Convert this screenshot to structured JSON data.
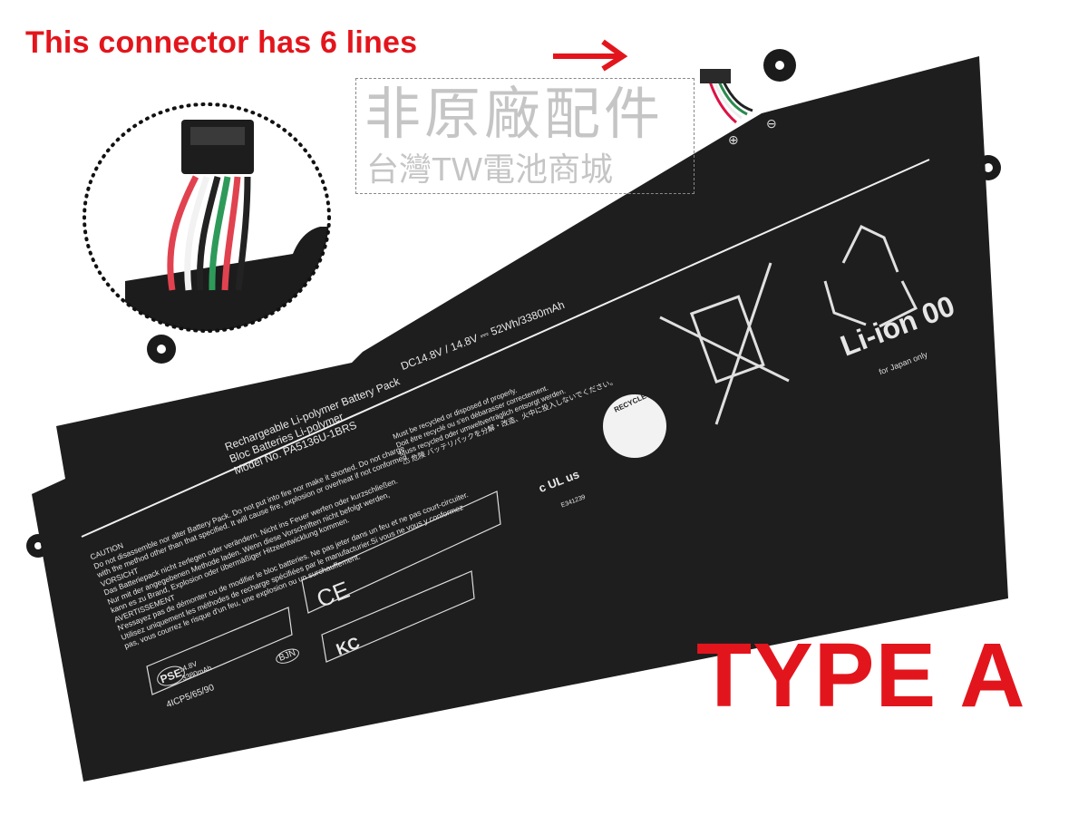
{
  "annotation": {
    "headline": "This connector has 6 lines",
    "type_label": "TYPE A"
  },
  "battery": {
    "rating": "DC14.8V / 14.8V ⎓ 52Wh/3380mAh",
    "product_lines": [
      "Rechargeable Li-polymer Battery Pack",
      "Bloc Batteries Li-polymer",
      "Model No.  PA5136U-1BRS"
    ],
    "recycle_lines": [
      "Must be recycled or disposed of properly.",
      "Doit être recyclé ou s'en débarasser correctement.",
      "Muss recycled oder umweltverträglich entsorgt werden.",
      "⚠ 危険  バッテリパックを分解・改造、火中に投入しないでください。"
    ],
    "caution_lines": [
      "CAUTION",
      "Do not disassemble nor alter Battery Pack. Do not put into fire nor make it shorted. Do not charge",
      "with the method other than that specified. It will cause fire, explosion or overheat if not conformed.",
      "VORSICHT",
      "Das Batteriepack nicht zerlegen oder verändern. Nicht ins Feuer werfen oder kurzschließen.",
      "Nur mit der angegebenen Methode laden. Wenn diese Vorschriften nicht befolgt werden,",
      "kann es zu Brand, Explosion oder übermäßiger Hitzeentwicklung kommen.",
      "AVERTISSEMENT",
      "N'essayez pas de démonter ou de modifier le bloc batteries. Ne pas jeter dans un feu et ne pas court-circuiter.",
      "Utilisez uniquement les méthodes de recharge spécifiées par le manufacturier.Si vous ne vous y conformez",
      "pas, vous courrez le risque d'un feu, une explosion ou un surchauffement."
    ],
    "pse_voltage": "14.8V",
    "pse_capacity": "3380mAh",
    "pse_mark": "PSE",
    "bjn": "BJN",
    "cell_code": "4ICP5/65/90",
    "ce_mark": "CE",
    "kc_mark": "KC",
    "ul_mark": "c UL us",
    "ul_code": "E341239",
    "recycle_badge": "RECYCLE",
    "li_ion": "Li-ion 00",
    "japan_note": "for Japan only",
    "plus": "⊕",
    "minus": "⊖"
  },
  "watermark": {
    "line1": "非原廠配件",
    "line2": "台灣TW電池商城"
  }
}
